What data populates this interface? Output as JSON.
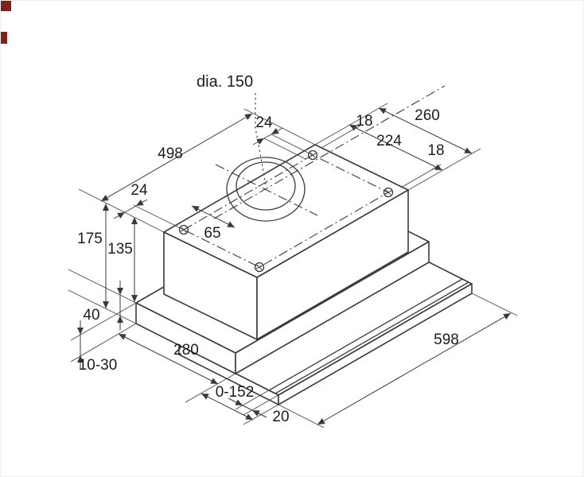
{
  "drawing": {
    "dims": {
      "diameter": "dia. 150",
      "top_offset_24": "24",
      "back_margin_18": "18",
      "depth_260": "260",
      "duct_224": "224",
      "front_margin_18": "18",
      "width_498": "498",
      "side_offset_24": "24",
      "duct_front_65": "65",
      "height_total_175": "175",
      "height_body_135": "135",
      "height_base_40": "40",
      "depth_base_280": "280",
      "wall_gap": "10-30",
      "pullout": "0-152",
      "lip_20": "20",
      "width_visor_598": "598"
    },
    "colors": {
      "line": "#3a3a3a",
      "background": "#ffffff",
      "corner_artifact": "#7c241c"
    }
  }
}
